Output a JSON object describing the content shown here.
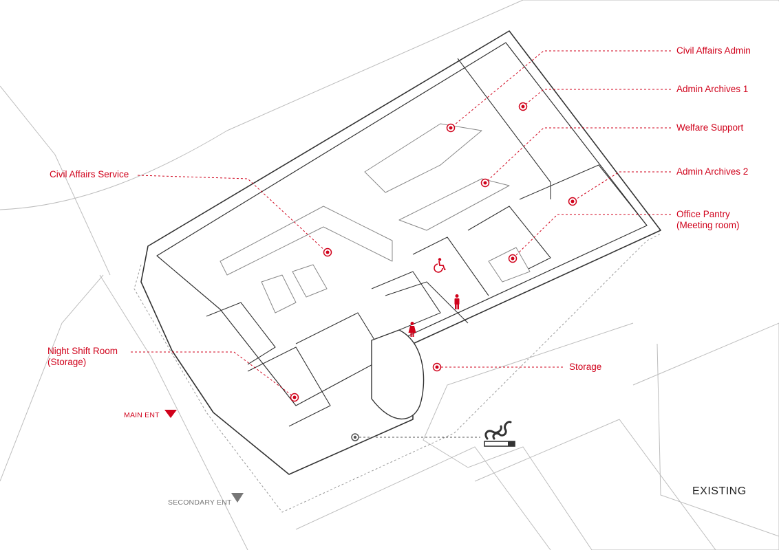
{
  "colors": {
    "accent": "#d0021b",
    "line": "#333333",
    "context": "#bdbdbd",
    "muted": "#777777"
  },
  "labels": {
    "civil_affairs_service": "Civil Affairs Service",
    "civil_affairs_admin": "Civil Affairs Admin",
    "admin_archives_1": "Admin Archives 1",
    "welfare_support": "Welfare Support",
    "admin_archives_2": "Admin Archives 2",
    "office_pantry_1": "Office Pantry",
    "office_pantry_2": "(Meeting room)",
    "night_shift_1": "Night Shift Room",
    "night_shift_2": "(Storage)",
    "storage": "Storage",
    "main_ent": "MAIN ENT",
    "secondary_ent": "SECONDARY ENT",
    "existing": "EXISTING"
  },
  "icons": [
    "wheelchair-icon",
    "restroom-male-icon",
    "restroom-female-icon",
    "smoking-area-icon",
    "main-entrance-marker-icon",
    "secondary-entrance-marker-icon"
  ]
}
